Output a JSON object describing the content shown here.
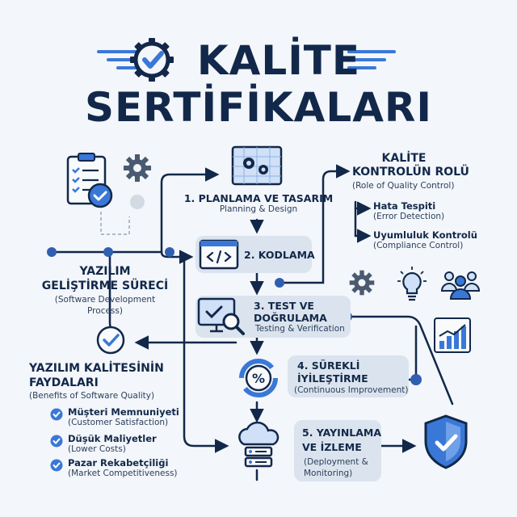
{
  "header": {
    "title_line1": "KALİTE",
    "title_line2": "SERTİFİKALARI"
  },
  "dev_process": {
    "title_line1": "YAZILIM",
    "title_line2": "GELİŞTİRME SÜRECİ",
    "subtitle_line1": "(Software Development",
    "subtitle_line2": "Process)"
  },
  "steps": [
    {
      "title_line1": "1. PLANLAMA VE TASARIM",
      "title_line2": "",
      "subtitle": "Planning & Design"
    },
    {
      "title_line1": "2. KODLAMA",
      "title_line2": "",
      "subtitle": ""
    },
    {
      "title_line1": "3. TEST VE",
      "title_line2": "DOĞRULAMA",
      "subtitle": "Testing & Verification"
    },
    {
      "title_line1": "4. SÜREKLİ",
      "title_line2": "İYİLEŞTİRME",
      "subtitle": "(Continuous Improvement)"
    },
    {
      "title_line1": "5. YAYINLAMA",
      "title_line2": "VE İZLEME",
      "subtitle_line1": "(Deployment &",
      "subtitle_line2": "Monitoring)"
    }
  ],
  "qc_role": {
    "title_line1": "KALİTE",
    "title_line2": "KONTROLÜN ROLÜ",
    "subtitle": "(Role of Quality Control)",
    "items": [
      {
        "title": "Hata Tespiti",
        "subtitle": "(Error Detection)"
      },
      {
        "title": "Uyumluluk Kontrolü",
        "subtitle": "(Compliance Control)"
      }
    ]
  },
  "benefits": {
    "title_line1": "YAZILIM KALİTESİNİN",
    "title_line2": "FAYDALARI",
    "subtitle": "(Benefits of Software Quality)",
    "items": [
      {
        "title": "Müşteri Memnuniyeti",
        "subtitle": "(Customer Satisfaction)"
      },
      {
        "title": "Düşük Maliyetler",
        "subtitle": "(Lower Costs)"
      },
      {
        "title": "Pazar Rekabetçiliği",
        "subtitle": "(Market Competitiveness)"
      }
    ]
  },
  "colors": {
    "navy": "#12284a",
    "accent_blue": "#3a78d8",
    "light_blue": "#cfe0f7",
    "box_gray": "#dbe4ee"
  },
  "icons": [
    "gear-check-icon",
    "clipboard-checklist-icon",
    "gear-icon",
    "blueprint-icon",
    "code-window-icon",
    "monitor-magnifier-icon",
    "percent-cycle-icon",
    "cloud-server-icon",
    "lightbulb-icon",
    "team-icon",
    "growth-chart-icon",
    "shield-check-icon",
    "check-circle-icon"
  ]
}
